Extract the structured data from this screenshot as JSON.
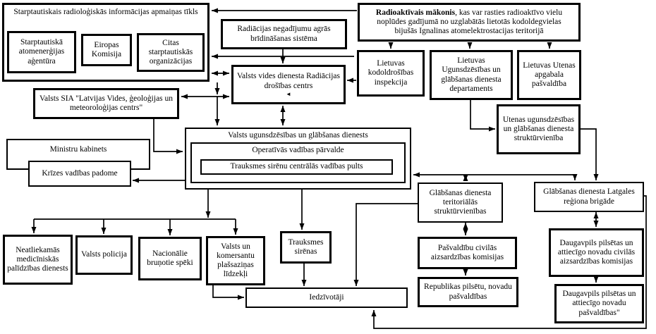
{
  "diagram": {
    "intl_network": {
      "title": "Starptautiskais radioloģiskās informācijas apmaiņas tīkls",
      "members": [
        {
          "label": "Starptautiskā atomenerģijas aģentūra"
        },
        {
          "label": "Eiropas Komisija"
        },
        {
          "label": "Citas starptautiskās organizācijas"
        }
      ]
    },
    "early_warning": {
      "label": "Radiācijas negadījumu agrās brīdināšanas sistēma"
    },
    "radioactive_cloud": {
      "bold": "Radioaktīvais mākonis",
      "rest": ", kas var rasties radioaktīvo vielu noplūdes gadījumā no uzglabātās lietotās kodoldegvielas bijušās Ignalinas atomelektrostacijas teritorijā"
    },
    "radiation_safety_centre": {
      "label": "Valsts vides dienesta Radiācijas drošības centrs",
      "pointer_glyph": "◄"
    },
    "lt_nuclear_inspection": {
      "label": "Lietuvas kodoldrošības inspekcija"
    },
    "lt_fire_rescue_dept": {
      "label": "Lietuvas Ugunsdzēsības un glābšanas dienesta departaments"
    },
    "lt_utena_municipality": {
      "label": "Lietuvas Utenas apgabala pašvaldība"
    },
    "utena_fire_rescue_unit": {
      "label": "Utenas ugunsdzēsības un glābšanas dienesta struktūrvienība"
    },
    "env_geo_meteo_centre": {
      "label": "Valsts SIA \"Latvijas Vides, ģeoloģijas un meteoroloģijas centrs\""
    },
    "cabinet": {
      "label": "Ministru kabinets"
    },
    "crisis_council": {
      "label": "Krīzes vadības padome"
    },
    "fire_rescue_service": {
      "title": "Valsts ugunsdzēsības un glābšanas dienests",
      "operations_board": "Operatīvās vadības pārvalde",
      "siren_control_desk": "Trauksmes sirēnu centrālās vadības pults"
    },
    "territorial_units": {
      "label": "Glābšanas dienesta teritoriālās struktūrvienības"
    },
    "latgale_brigade": {
      "label": "Glābšanas dienesta Latgales reģiona brigāde"
    },
    "municipal_ca_commissions": {
      "label": "Pašvaldību civilās aizsardzības komisijas"
    },
    "daugavpils_ca_commissions": {
      "label": "Daugavpils pilsētas un attiecīgo novadu civilās aizsardzības komisijas"
    },
    "republic_municipalities": {
      "label": "Republikas pilsētu, novadu pašvaldības"
    },
    "daugavpils_municipalities": {
      "label": "Daugavpils pilsētas un attiecīgo novadu pašvaldības\""
    },
    "emergency_medical": {
      "label": "Neatliekamās medicīniskās palīdzības dienests"
    },
    "state_police": {
      "label": "Valsts policija"
    },
    "armed_forces": {
      "label": "Nacionālie bruņotie spēki"
    },
    "mass_media": {
      "label": "Valsts un komersantu plašsaziņas līdzekļi"
    },
    "alarm_sirens": {
      "label": "Trauksmes sirēnas"
    },
    "residents": {
      "label": "Iedzīvotāji"
    }
  },
  "colors": {
    "line": "#000000",
    "border": "#000000",
    "background": "#ffffff"
  }
}
